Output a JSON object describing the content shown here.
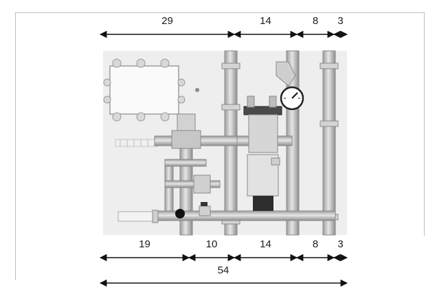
{
  "top_dimensions": [
    {
      "label": "29"
    },
    {
      "label": "14"
    },
    {
      "label": "8"
    },
    {
      "label": "3"
    }
  ],
  "bottom_dimensions": [
    {
      "label": "19"
    },
    {
      "label": "10"
    },
    {
      "label": "14"
    },
    {
      "label": "8"
    },
    {
      "label": "3"
    }
  ],
  "overall_dimension": {
    "label": "54"
  },
  "colors": {
    "line": "#111111",
    "pipe": "#c9c9c9",
    "pipe_shade": "#9a9a9a",
    "panel": "#ededed",
    "dark": "#2d2d2d"
  }
}
